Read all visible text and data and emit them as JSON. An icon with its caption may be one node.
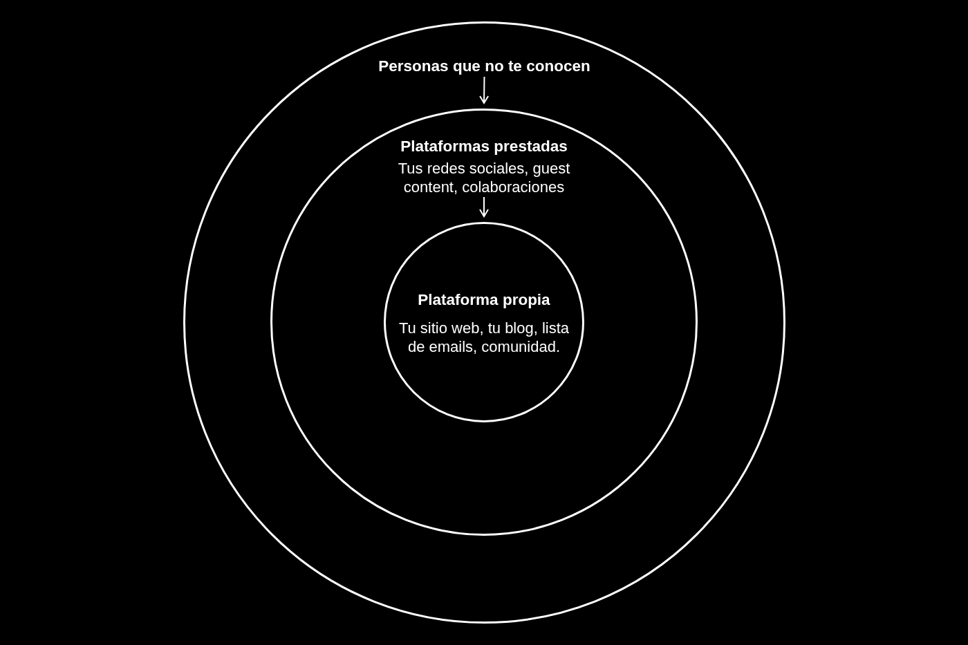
{
  "diagram": {
    "nodes": [
      {
        "text": [],
        "shape": "circle"
      },
      {
        "text": [
          "Personas que no te conocen"
        ],
        "in": 0
      },
      {
        "text": [],
        "shape": "circle",
        "in": 0
      },
      {
        "text": [
          "Plataformas prestadas",
          "Tus redes sociales, guest content, colaboraciones"
        ],
        "in": 2
      },
      {
        "text": [],
        "shape": "circle",
        "in": 2
      },
      {
        "text": [
          "Plataforma propia",
          "Tu sitio web, tu blog, lista de emails, comunidad."
        ],
        "in": 4
      }
    ],
    "edges": [
      {
        "from": 1,
        "to": 2,
        "arrow": "to"
      },
      {
        "from": 3,
        "to": 4,
        "arrow": "to"
      }
    ]
  }
}
